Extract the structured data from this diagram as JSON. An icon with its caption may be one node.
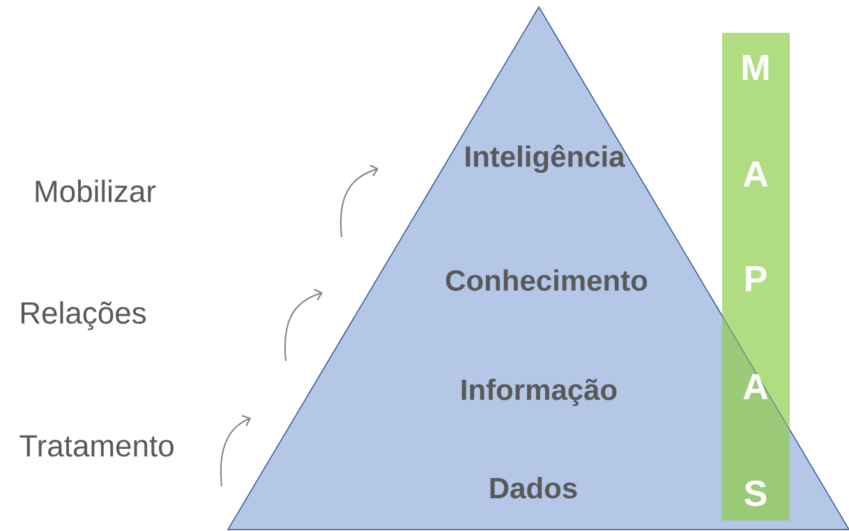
{
  "diagram": {
    "nodes": [
      {
        "text": [
          "Inteligência",
          "Conhecimento",
          "Informação",
          "Dados"
        ]
      },
      {
        "text": [
          "M",
          "A",
          "P",
          "A",
          "S"
        ]
      }
    ],
    "labels": [
      "Mobilizar",
      "Relações",
      "Tratamento"
    ]
  }
}
